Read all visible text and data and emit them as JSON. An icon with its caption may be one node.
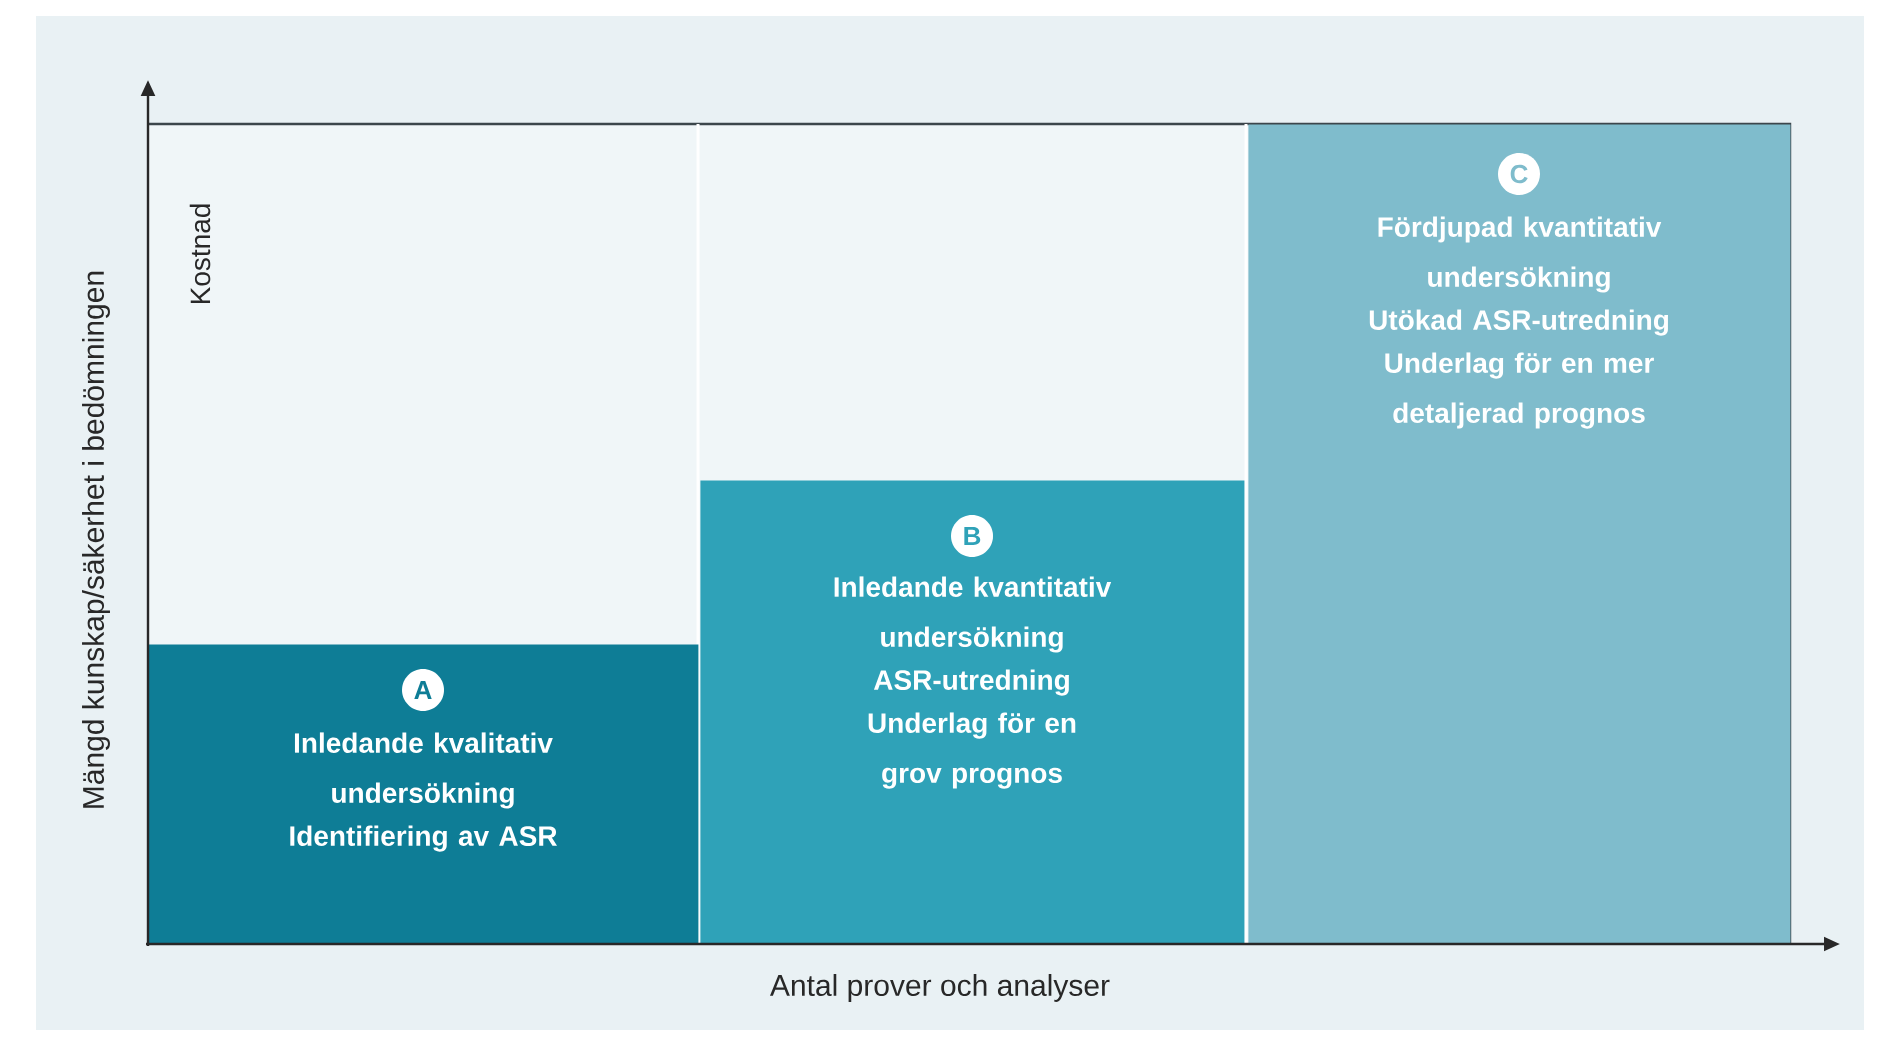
{
  "diagram": {
    "nodes": [
      {
        "text": [
          "A",
          "Inledande kvalitativ undersökning",
          "Identifiering av ASR"
        ]
      },
      {
        "text": [
          "B",
          "Inledande kvantitativ undersökning",
          "ASR-utredning",
          "Underlag för en grov prognos"
        ]
      },
      {
        "text": [
          "C",
          "Fördjupad kvantitativ undersökning",
          "Utökad ASR-utredning",
          "Underlag för en mer detaljerad prognos"
        ]
      }
    ],
    "labels": [
      "Mängd kunskap/säkerhet i bedömningen",
      "Kostnad",
      "Antal prover och analyser"
    ]
  }
}
